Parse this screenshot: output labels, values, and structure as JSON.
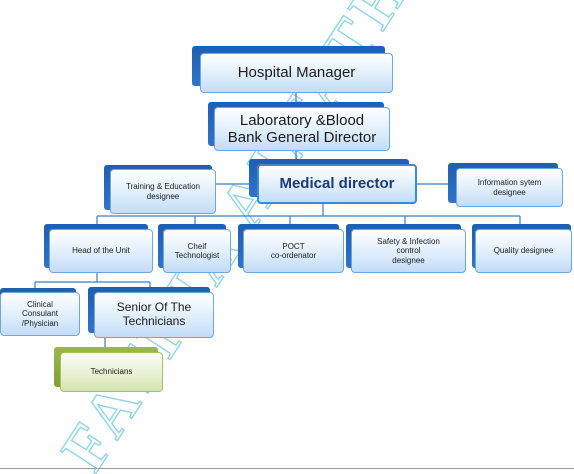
{
  "chart": {
    "nodes": {
      "hospital_manager": "Hospital Manager",
      "lab_director_line1": "Laboratory &Blood",
      "lab_director_line2": "Bank General Director",
      "medical_director": "Medical director",
      "training_line1": "Training & Education",
      "training_line2": "designee",
      "information_line1": "Information sytem",
      "information_line2": "designee",
      "head_unit": "Head of the Unit",
      "chief_tech_line1": "Cheif",
      "chief_tech_line2": "Technologist",
      "poct_line1": "POCT",
      "poct_line2": "co-ordenator",
      "safety_line1": "Safety & Infection",
      "safety_line2": "control",
      "safety_line3": "designee",
      "quality": "Quality designee",
      "clinical_line1": "Clinical",
      "clinical_line2": "Consulant",
      "clinical_line3": "/Physician",
      "senior_line1": "Senior Of The",
      "senior_line2": "Technicians",
      "technicians": "Technicians"
    },
    "colors": {
      "box_border": "#6fa6dc",
      "box_back": "#1f5fb3",
      "green_border": "#a4c25e",
      "green_back": "#7fa03a",
      "connector": "#3a7cc4",
      "watermark": "#8fd6e6"
    },
    "watermark": "FATHIA ALFATHY"
  }
}
